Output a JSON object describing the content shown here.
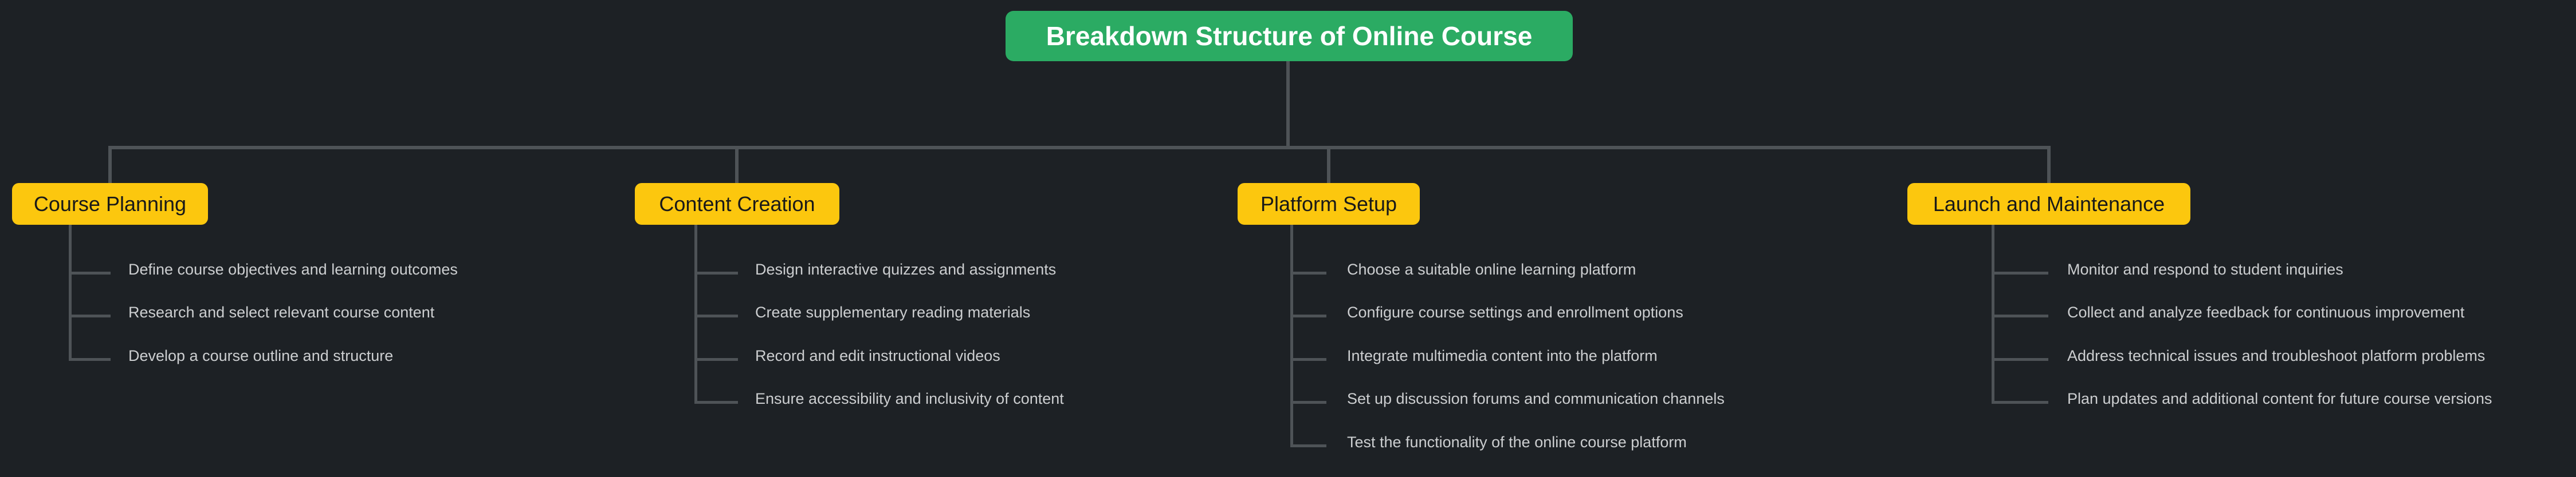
{
  "diagram": {
    "type": "mindmap-work-breakdown",
    "background_color": "#1d2125",
    "connector_color": "#4e5357",
    "root": {
      "label": "Breakdown Structure of Online Course",
      "fill_color": "#2bab63",
      "text_color": "#ffffff"
    },
    "branch_fill_color": "#fcc70e",
    "branch_text_color": "#191919",
    "item_text_color": "#ccced0",
    "branches": [
      {
        "label": "Course Planning",
        "items": [
          "Define course objectives and learning outcomes",
          "Research and select relevant course content",
          "Develop a course outline and structure"
        ]
      },
      {
        "label": "Content Creation",
        "items": [
          "Design interactive quizzes and assignments",
          "Create supplementary reading materials",
          "Record and edit instructional videos",
          "Ensure accessibility and inclusivity of content"
        ]
      },
      {
        "label": "Platform Setup",
        "items": [
          "Choose a suitable online learning platform",
          "Configure course settings and enrollment options",
          "Integrate multimedia content into the platform",
          "Set up discussion forums and communication channels",
          "Test the functionality of the online course platform"
        ]
      },
      {
        "label": "Launch and Maintenance",
        "items": [
          "Monitor and respond to student inquiries",
          "Collect and analyze feedback for continuous improvement",
          "Address technical issues and troubleshoot platform problems",
          "Plan updates and additional content for future course versions"
        ]
      }
    ]
  }
}
